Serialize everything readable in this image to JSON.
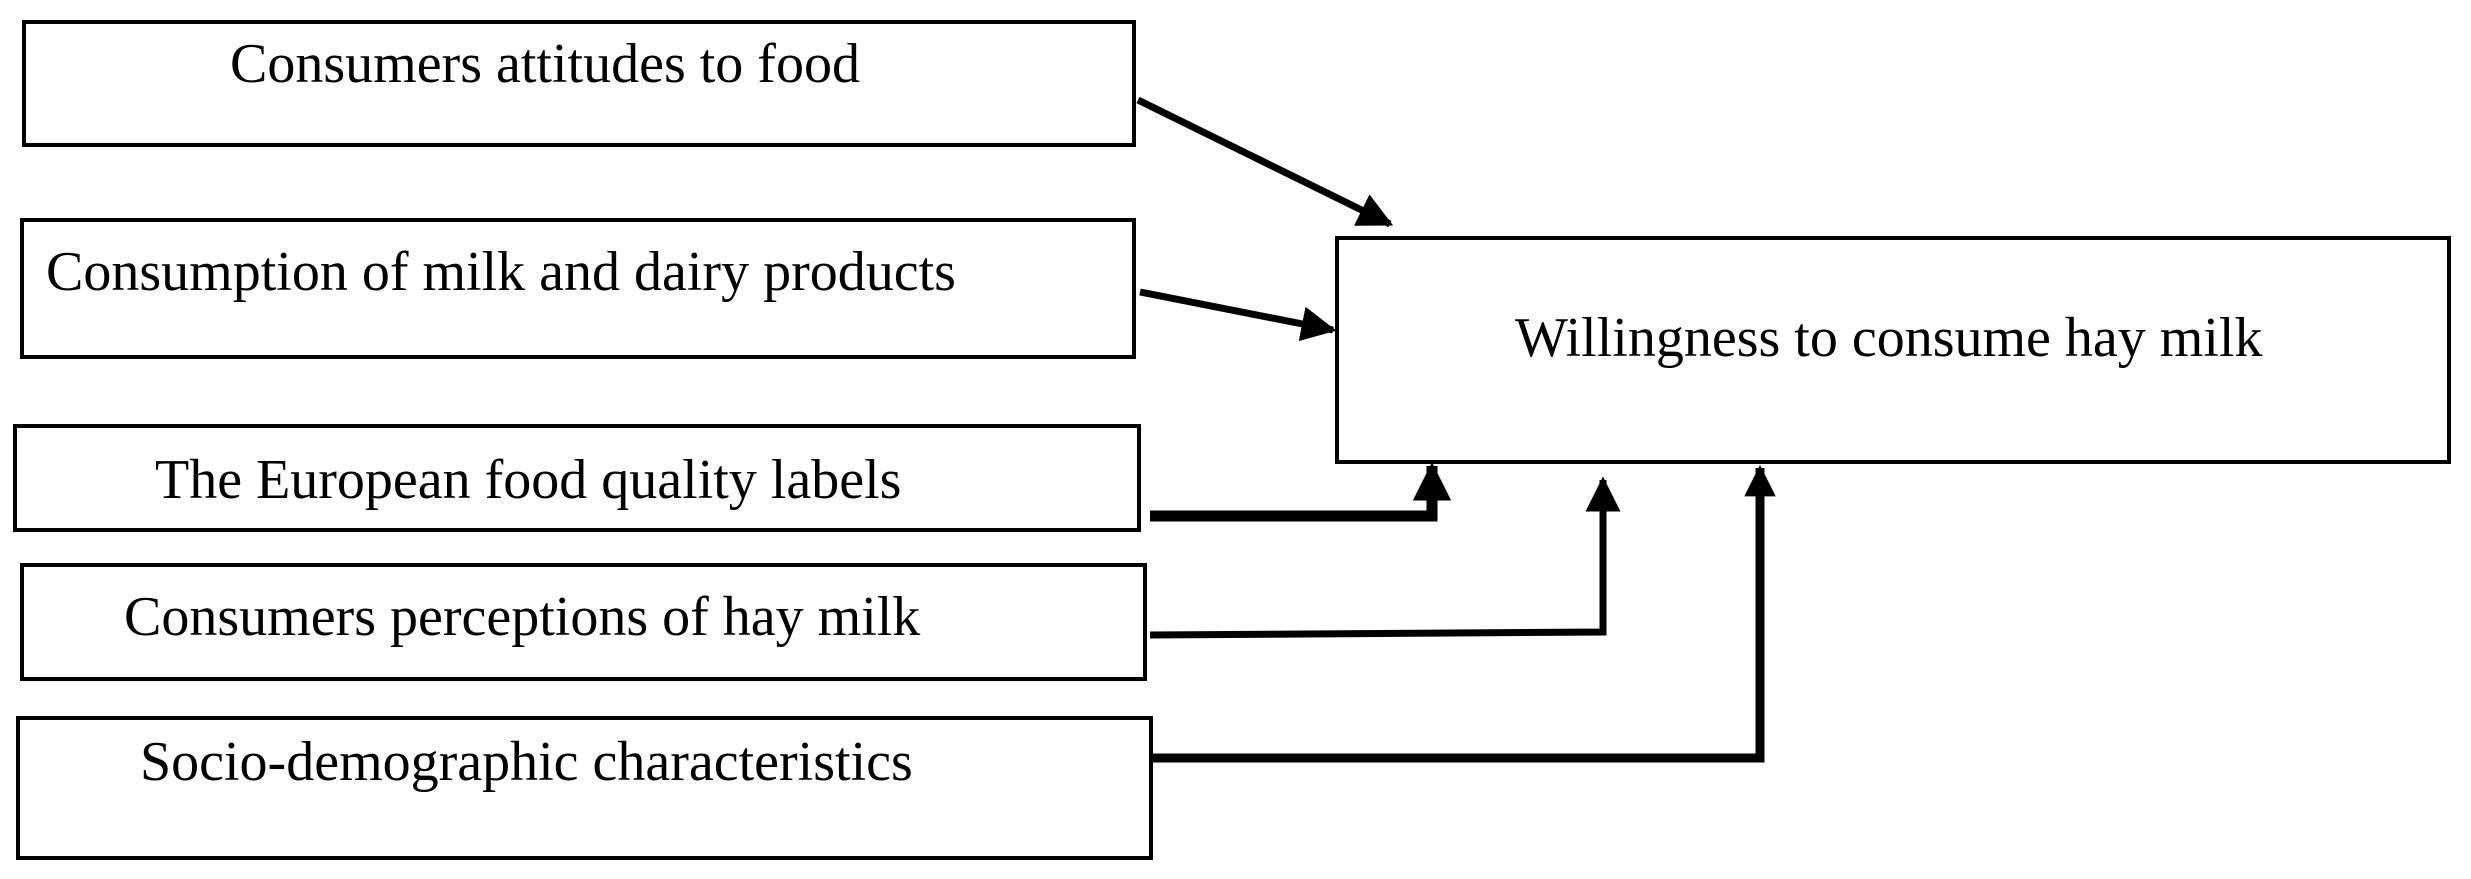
{
  "factors": [
    {
      "id": "attitudes",
      "label": "Consumers attitudes to food"
    },
    {
      "id": "consumption",
      "label": "Consumption of milk and dairy products"
    },
    {
      "id": "labels",
      "label": "The European food quality labels"
    },
    {
      "id": "perceptions",
      "label": "Consumers perceptions of hay milk"
    },
    {
      "id": "sociodemographic",
      "label": "Socio-demographic characteristics"
    }
  ],
  "outcome": {
    "label": "Willingness to consume hay milk"
  },
  "colors": {
    "stroke": "#000000",
    "background": "#ffffff"
  }
}
